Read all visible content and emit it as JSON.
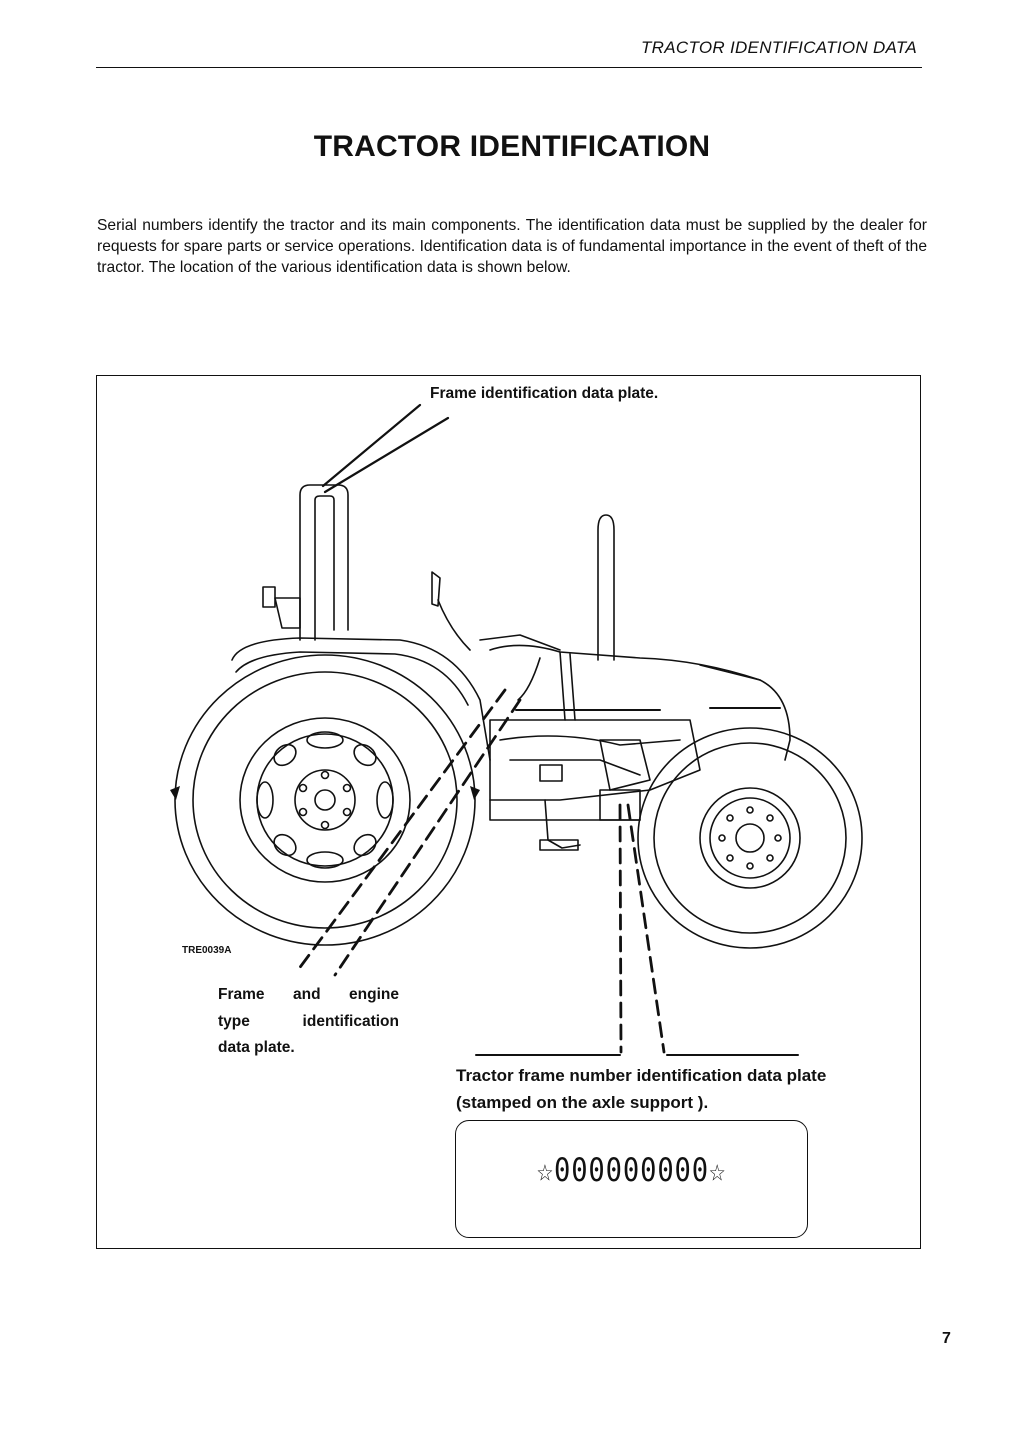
{
  "header": {
    "section_title": "TRACTOR IDENTIFICATION DATA"
  },
  "page_title": "TRACTOR IDENTIFICATION",
  "intro_text": "Serial numbers identify the tractor and its main components. The identification data must be supplied by the dealer for requests for spare parts or service operations. Identification data is of fundamental importance in the event of theft of the tractor. The location of the various identification data is shown below.",
  "figure": {
    "top_label": "Frame identification data plate.",
    "figure_id": "TRE0039A",
    "left_label_lines": [
      "Frame and engine",
      "type identification",
      "data plate."
    ],
    "bottom_label": "Tractor frame number identification data plate (stamped on the axle support ).",
    "plate_text": "☆000000000☆"
  },
  "page_number": "7"
}
